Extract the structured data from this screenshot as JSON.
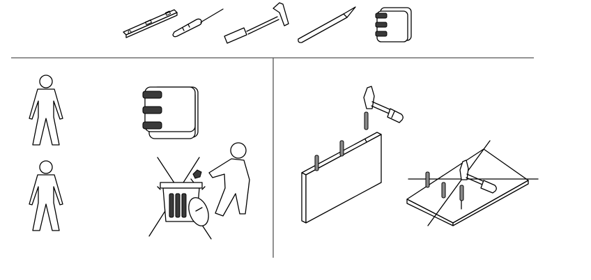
{
  "tools": [
    "spirit-level",
    "screwdriver",
    "hammer",
    "pencil",
    "manual"
  ],
  "steps": [
    "two-persons",
    "read-manual",
    "do-not-discard-packaging",
    "insert-dowels",
    "hammer-dowels-into-panel"
  ]
}
